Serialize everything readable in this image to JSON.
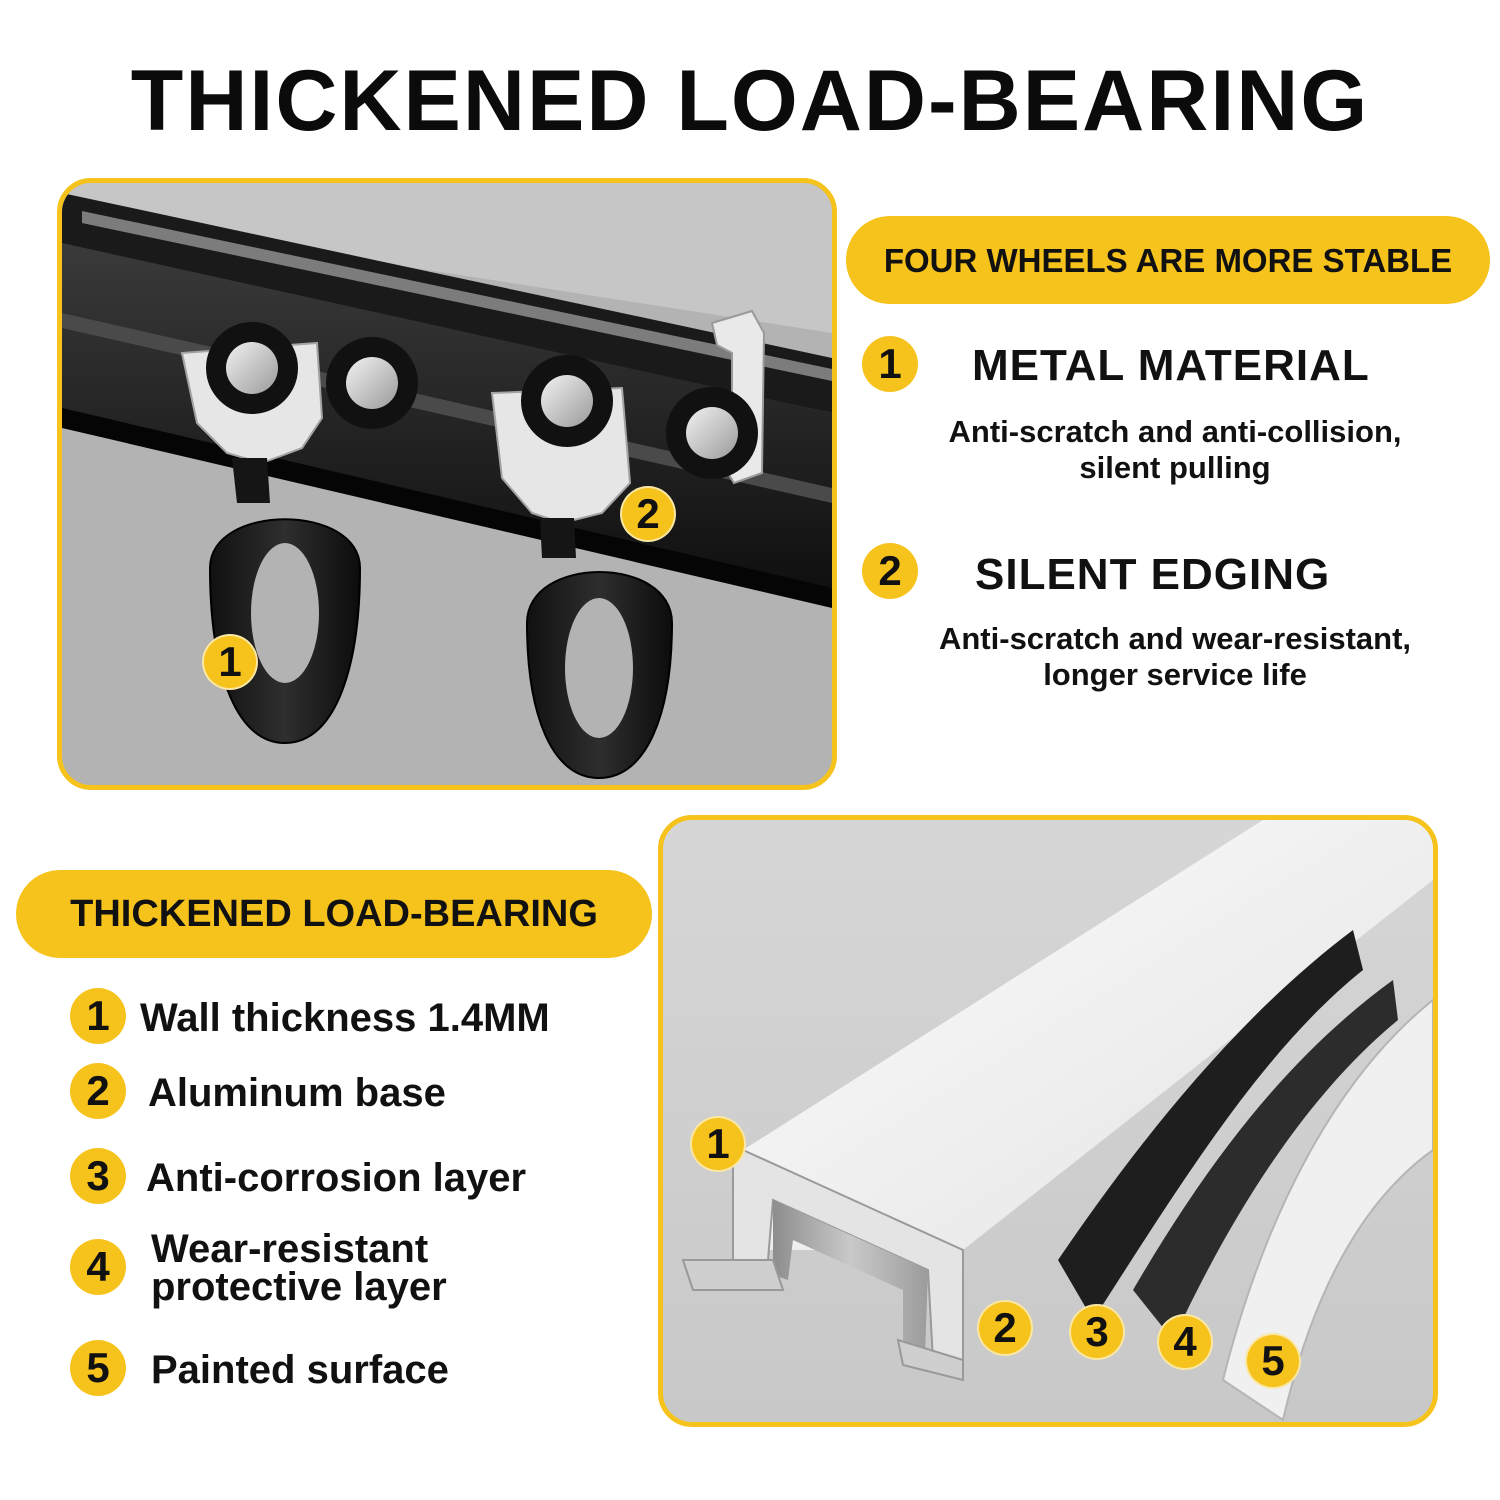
{
  "title": "THICKENED LOAD-BEARING",
  "top_section": {
    "pill_label": "FOUR WHEELS ARE MORE STABLE",
    "image_markers": [
      "1",
      "2"
    ],
    "features": [
      {
        "number": "1",
        "heading": "METAL MATERIAL",
        "desc_line1": "Anti-scratch and anti-collision,",
        "desc_line2": "silent pulling"
      },
      {
        "number": "2",
        "heading": "SILENT EDGING",
        "desc_line1": "Anti-scratch and wear-resistant,",
        "desc_line2": "longer service life"
      }
    ]
  },
  "bottom_section": {
    "pill_label": "THICKENED LOAD-BEARING",
    "image_markers": [
      "1",
      "2",
      "3",
      "4",
      "5"
    ],
    "layers": [
      {
        "number": "1",
        "line1": "Wall thickness 1.4MM",
        "line2": ""
      },
      {
        "number": "2",
        "line1": "Aluminum base",
        "line2": ""
      },
      {
        "number": "3",
        "line1": "Anti-corrosion layer",
        "line2": ""
      },
      {
        "number": "4",
        "line1": "Wear-resistant",
        "line2": "protective layer"
      },
      {
        "number": "5",
        "line1": "Painted surface",
        "line2": ""
      }
    ]
  },
  "colors": {
    "accent_yellow": "#f6c21c",
    "text": "#111111",
    "panel_gray": "#b3b3b3",
    "rail_dark": "#1b1b1b",
    "rail_white": "#f4f4f4"
  }
}
